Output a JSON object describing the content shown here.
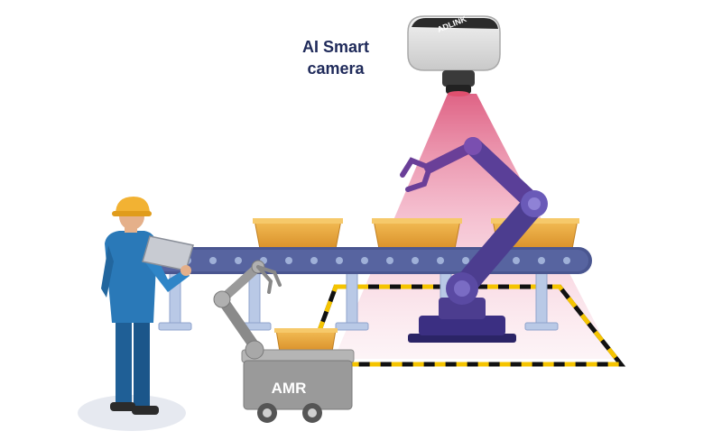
{
  "camera": {
    "label_line1": "AI Smart",
    "label_line2": "camera",
    "brand": "ADLINK"
  },
  "amr": {
    "label": "AMR"
  },
  "colors": {
    "label_navy": "#1f2a5a",
    "conveyor": "#4a5690",
    "box": "#e6a43a",
    "worker_blue": "#2a79b8",
    "helmet": "#f2b233",
    "robot_arm": "#4c3d8f",
    "amr_body": "#9a9a9a",
    "camera_body": "#dcdcdc",
    "beam": "#e36a8e",
    "hazard_yellow": "#f5c400"
  },
  "icons": [
    "camera-icon",
    "robot-arm-icon",
    "worker-icon",
    "amr-icon",
    "conveyor-icon",
    "box-icon"
  ]
}
